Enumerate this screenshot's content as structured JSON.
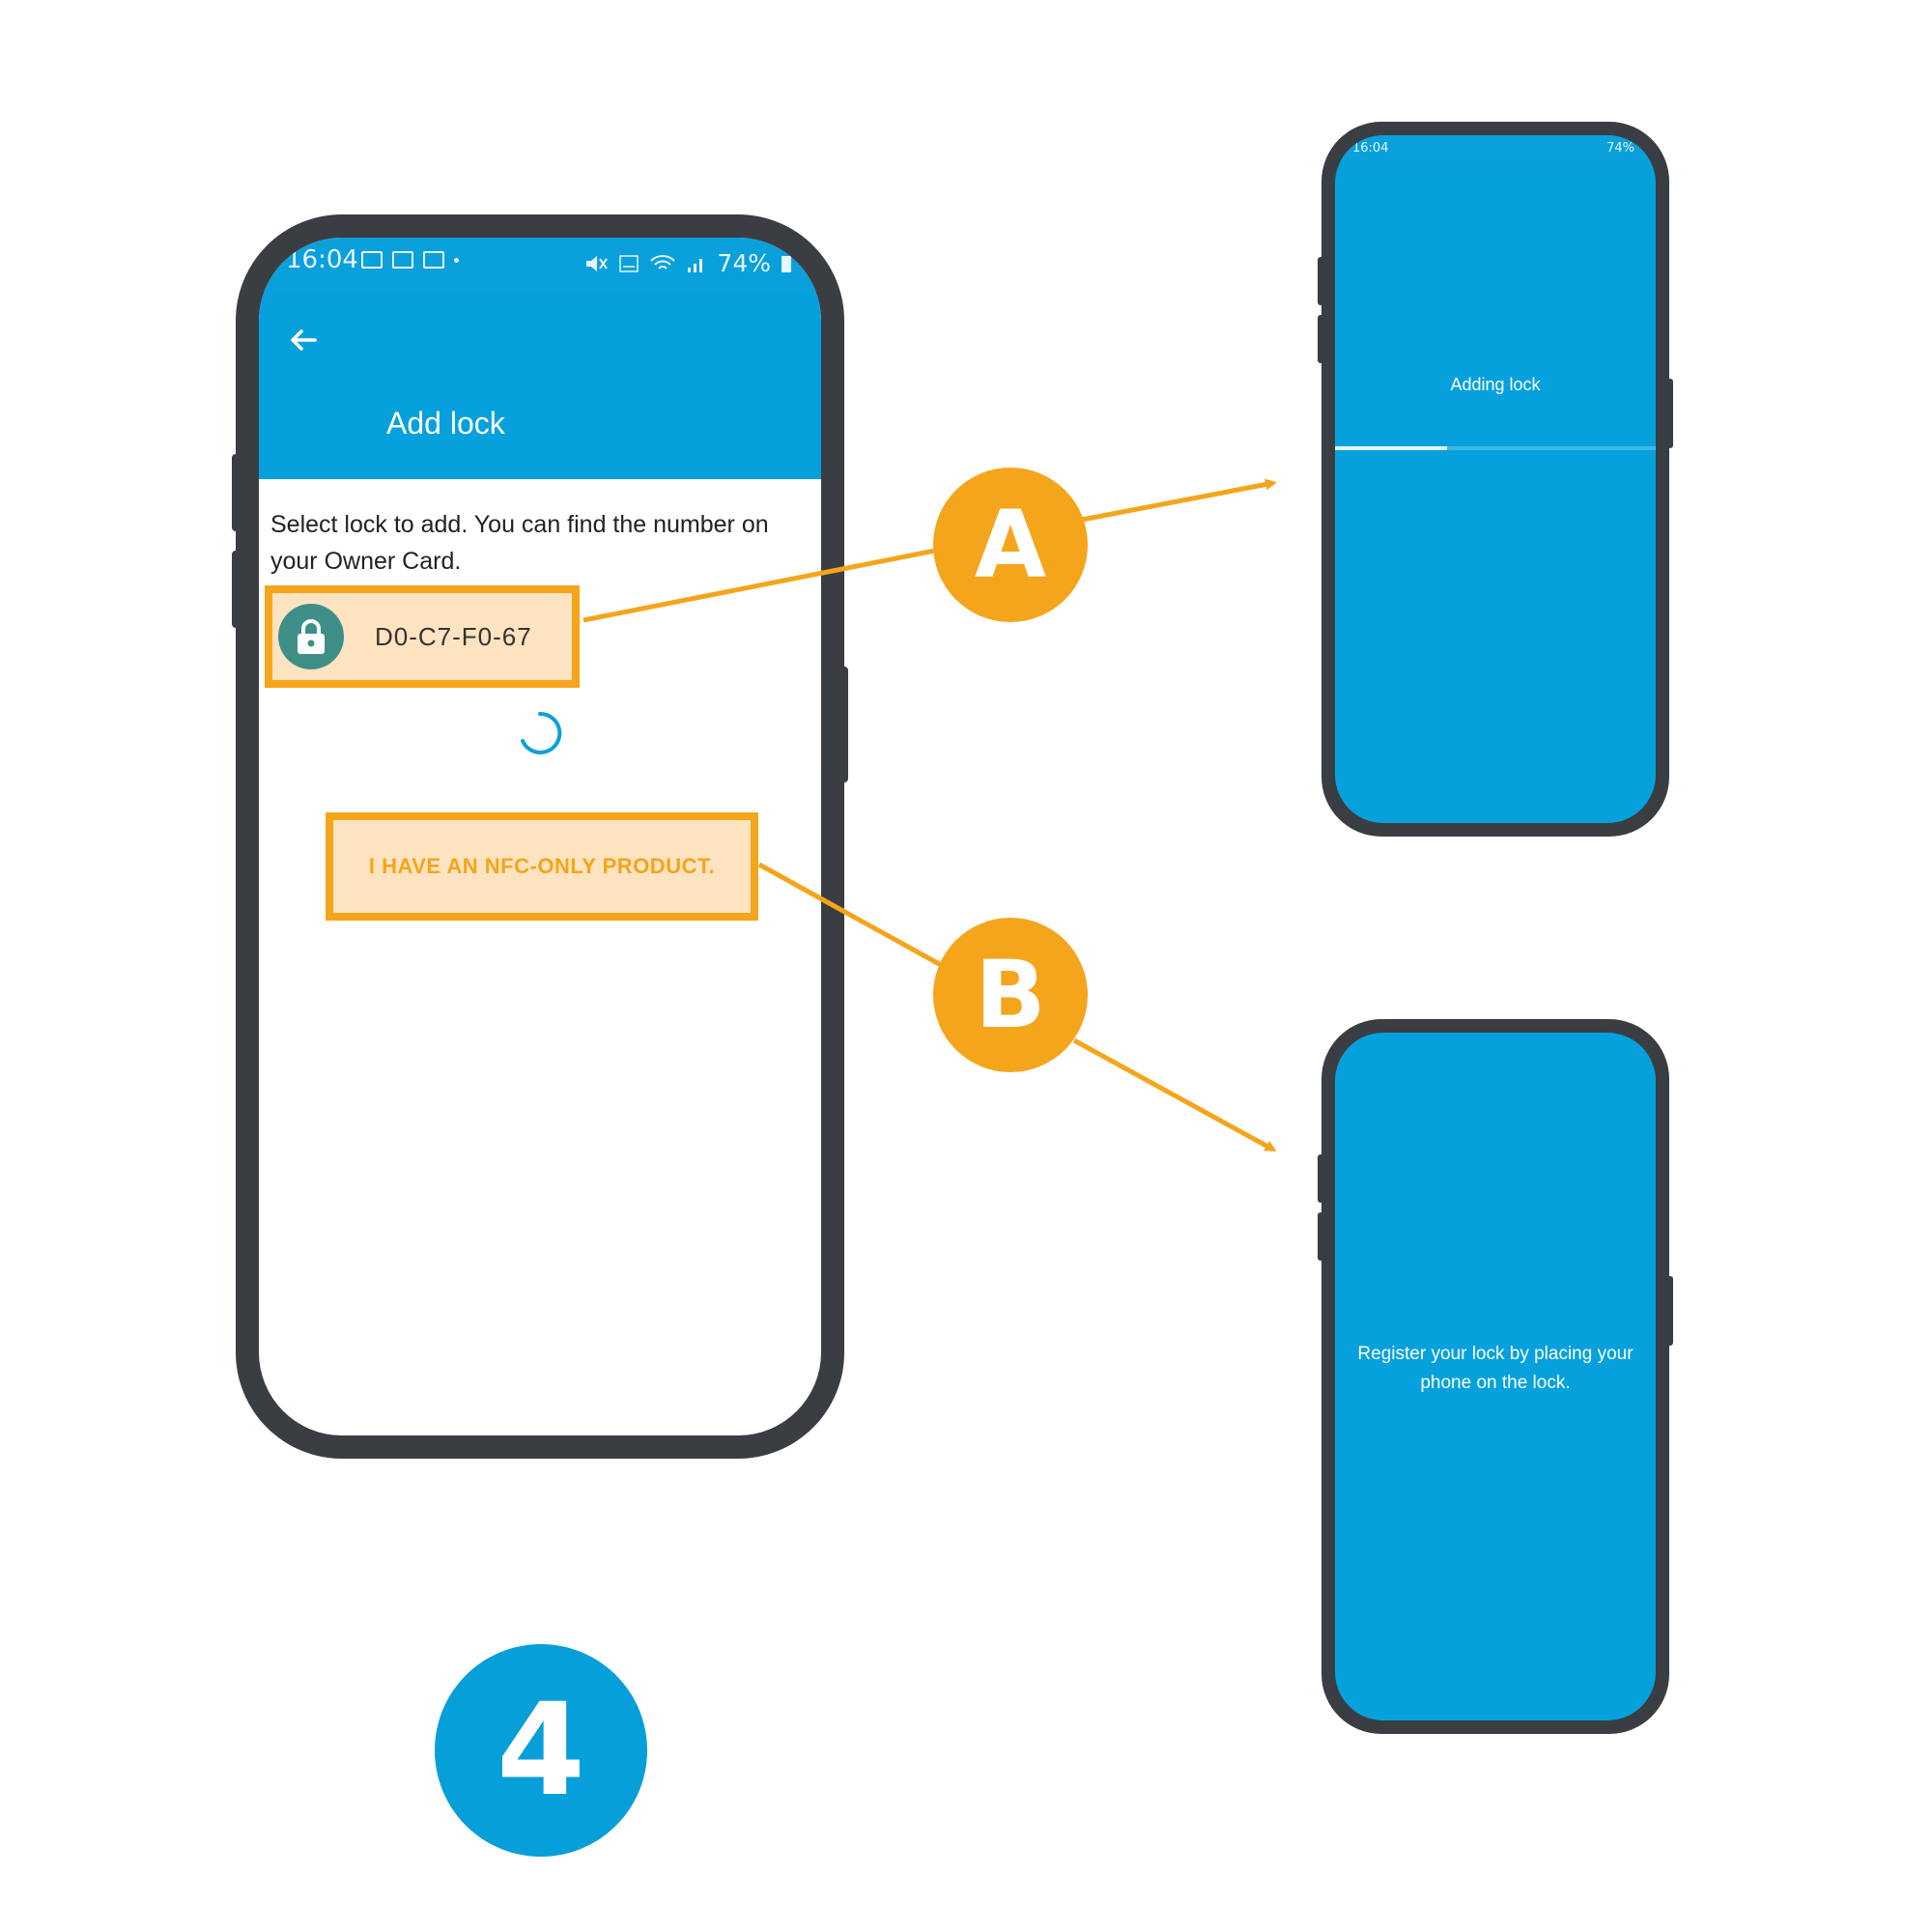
{
  "main_phone": {
    "status_bar": {
      "time": "16:04",
      "battery": "74%"
    },
    "app_bar": {
      "title": "Add lock"
    },
    "instructions": "Select lock to add. You can find the number on your Owner Card.",
    "lock_item": {
      "id": "D0-C7-F0-67",
      "icon": "lock-icon"
    },
    "nfc_button_label": "I HAVE AN NFC-ONLY PRODUCT."
  },
  "phone_a": {
    "status_bar": {
      "time": "16:04",
      "battery": "74%"
    },
    "message": "Adding lock",
    "progress": 0.35
  },
  "phone_b": {
    "message": "Register your lock by placing your phone on the lock."
  },
  "callouts": {
    "a": "A",
    "b": "B"
  },
  "step_number": "4",
  "colors": {
    "brand_blue": "#06a1dd",
    "highlight_orange": "#f5a51c",
    "highlight_fill": "#fde3c0",
    "phone_frame": "#3a3d42",
    "lock_avatar": "#3e8f88"
  }
}
